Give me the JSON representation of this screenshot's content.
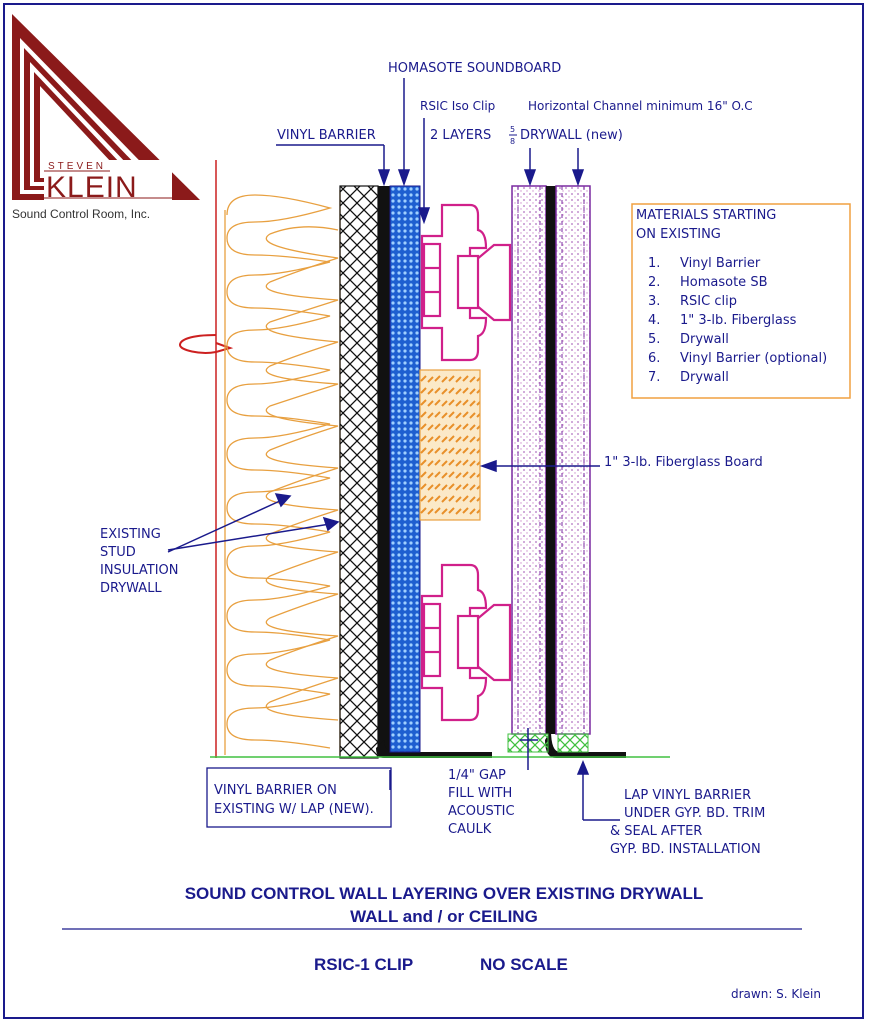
{
  "logo": {
    "top_text": "STEVEN",
    "main_text": "KLEIN",
    "sub_text": "Sound Control Room, Inc."
  },
  "labels": {
    "homasote": "HOMASOTE SOUNDBOARD",
    "rsic": "RSIC Iso Clip",
    "channel": "Horizontal Channel minimum 16\" O.C",
    "vinyl": "VINYL BARRIER",
    "drywall_prefix": "2 LAYERS",
    "drywall_frac_num": "5",
    "drywall_frac_den": "8",
    "drywall_suffix": "DRYWALL (new)",
    "fiberglass_board": "1\" 3-lb. Fiberglass Board",
    "existing": [
      "EXISTING",
      "STUD",
      "INSULATION",
      "DRYWALL"
    ],
    "vinyl_on_existing": [
      "VINYL BARRIER ON",
      "EXISTING W/ LAP (NEW)."
    ],
    "gap": [
      "1/4\" GAP",
      "FILL WITH",
      "ACOUSTIC",
      "CAULK"
    ],
    "lap_vinyl": [
      "LAP VINYL BARRIER",
      "UNDER GYP. BD. TRIM",
      "& SEAL AFTER",
      "GYP. BD. INSTALLATION"
    ]
  },
  "materials": {
    "heading": [
      "MATERIALS  STARTING",
      "ON EXISTING"
    ],
    "items": [
      {
        "num": "1.",
        "text": "Vinyl Barrier"
      },
      {
        "num": "2.",
        "text": "Homasote SB"
      },
      {
        "num": "3.",
        "text": "RSIC clip"
      },
      {
        "num": "4.",
        "text": "1\" 3-lb. Fiberglass"
      },
      {
        "num": "5.",
        "text": "Drywall"
      },
      {
        "num": "6.",
        "text": "Vinyl Barrier (optional)"
      },
      {
        "num": "7.",
        "text": "Drywall"
      }
    ]
  },
  "titles": {
    "main": "SOUND CONTROL WALL LAYERING OVER EXISTING DRYWALL",
    "sub": "WALL and / or CEILING",
    "clip": "RSIC-1 CLIP",
    "scale": "NO SCALE",
    "drawn": "drawn: S. Klein"
  },
  "colors": {
    "ink": "#1a1a8c",
    "brand": "#8b1a1a",
    "insulation": "#e8a040",
    "clip": "#d0208a",
    "homasote": "#1e5fd0",
    "drywall": "#7a2aa0",
    "caulk": "#40c040",
    "box_border": "#f0a040"
  }
}
